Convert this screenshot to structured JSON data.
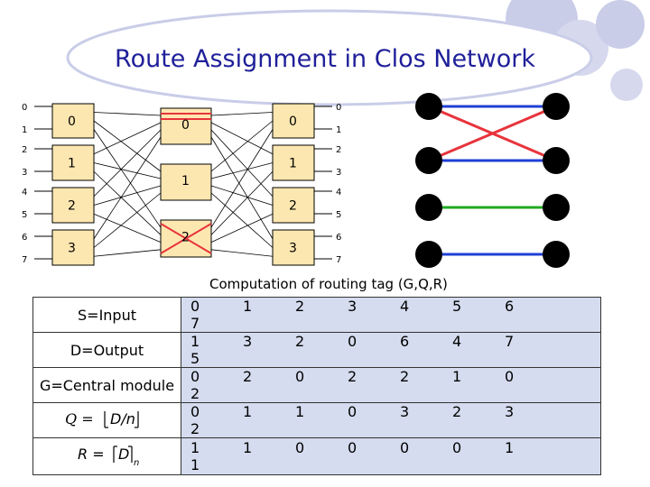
{
  "slide": {
    "title": "Route Assignment in Clos Network",
    "caption": "Computation of routing tag (G,Q,R)",
    "accent_color": "#1f1f9a",
    "decor_color": "#c9cde8"
  },
  "network": {
    "left_ports": [
      "0",
      "1",
      "2",
      "3",
      "4",
      "5",
      "6",
      "7"
    ],
    "right_ports": [
      "0",
      "1",
      "2",
      "3",
      "4",
      "5",
      "6",
      "7"
    ],
    "input_switches": [
      "0",
      "1",
      "2",
      "3"
    ],
    "middle_switches": [
      "0",
      "1",
      "2"
    ],
    "output_switches": [
      "0",
      "1",
      "2",
      "3"
    ],
    "switch_fill": "#fde7b0",
    "cross_color": "#e8343c"
  },
  "crossbar_states": {
    "colors": [
      "#1f3fd6",
      "#e8343c",
      "#22aa22"
    ]
  },
  "table": {
    "rows": [
      {
        "header": "S=Input",
        "values": [
          "0",
          "1",
          "2",
          "3",
          "4",
          "5",
          "6",
          "7"
        ]
      },
      {
        "header": "D=Output",
        "values": [
          "1",
          "3",
          "2",
          "0",
          "6",
          "4",
          "7",
          "5"
        ]
      },
      {
        "header": "G=Central module",
        "values": [
          "0",
          "2",
          "0",
          "2",
          "2",
          "1",
          "0",
          "2"
        ]
      },
      {
        "header": "Q=[D/n]",
        "values": [
          "0",
          "1",
          "1",
          "0",
          "3",
          "2",
          "3",
          "2"
        ]
      },
      {
        "header": "R=[D]n",
        "values": [
          "1",
          "1",
          "0",
          "0",
          "0",
          "0",
          "1",
          "1"
        ]
      }
    ]
  }
}
